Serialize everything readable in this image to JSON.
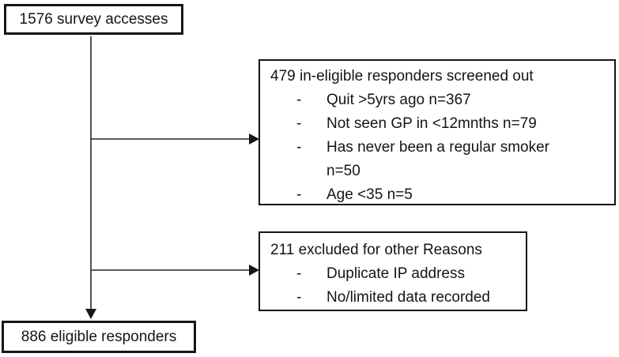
{
  "flow": {
    "top_box": {
      "label": "1576 survey accesses"
    },
    "screened_out": {
      "title": "479 in-eligible responders screened out",
      "bullet": "-",
      "items": [
        "Quit >5yrs ago n=367",
        "Not seen GP in <12mnths n=79",
        "Has never been a regular smoker n=50",
        "Age <35 n=5"
      ]
    },
    "excluded": {
      "title": "211 excluded for other Reasons",
      "bullet": "-",
      "items": [
        "Duplicate IP address",
        "No/limited data recorded"
      ]
    },
    "bottom_box": {
      "label": "886 eligible responders"
    }
  }
}
